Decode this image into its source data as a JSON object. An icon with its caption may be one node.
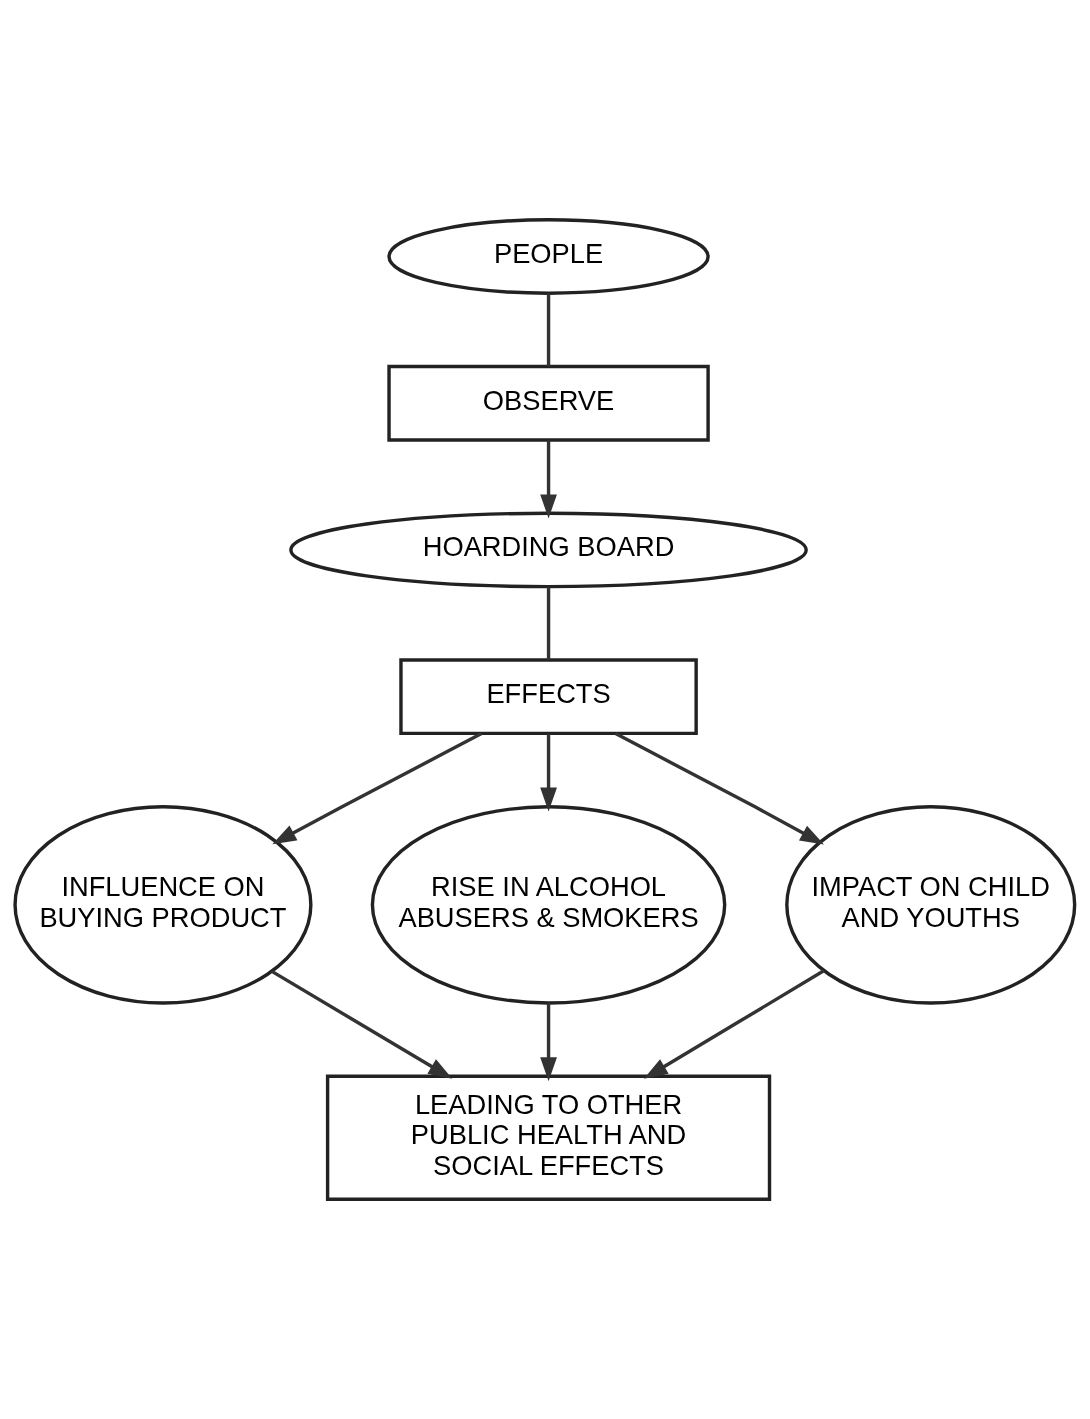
{
  "diagram": {
    "nodes": [
      {
        "text": [
          "PEOPLE"
        ]
      },
      {
        "text": [
          "OBSERVE"
        ]
      },
      {
        "text": [
          "HOARDING BOARD"
        ]
      },
      {
        "text": [
          "EFFECTS"
        ]
      },
      {
        "text": [
          "INFLUENCE ON BUYING PRODUCT"
        ]
      },
      {
        "text": [
          "RISE IN ALCOHOL ABUSERS & SMOKERS"
        ]
      },
      {
        "text": [
          "IMPACT ON CHILD AND YOUTHS"
        ]
      },
      {
        "text": [
          "LEADING TO OTHER PUBLIC HEALTH AND SOCIAL EFFECTS"
        ]
      }
    ],
    "edges": [
      {
        "from": 0,
        "to": 1,
        "arrow": "none"
      },
      {
        "from": 1,
        "to": 2,
        "arrow": "to"
      },
      {
        "from": 2,
        "to": 3,
        "arrow": "none"
      },
      {
        "from": 3,
        "to": 4,
        "arrow": "to"
      },
      {
        "from": 3,
        "to": 5,
        "arrow": "to"
      },
      {
        "from": 3,
        "to": 6,
        "arrow": "to"
      },
      {
        "from": 4,
        "to": 7,
        "arrow": "to"
      },
      {
        "from": 5,
        "to": 7,
        "arrow": "to"
      },
      {
        "from": 6,
        "to": 7,
        "arrow": "to"
      }
    ]
  }
}
